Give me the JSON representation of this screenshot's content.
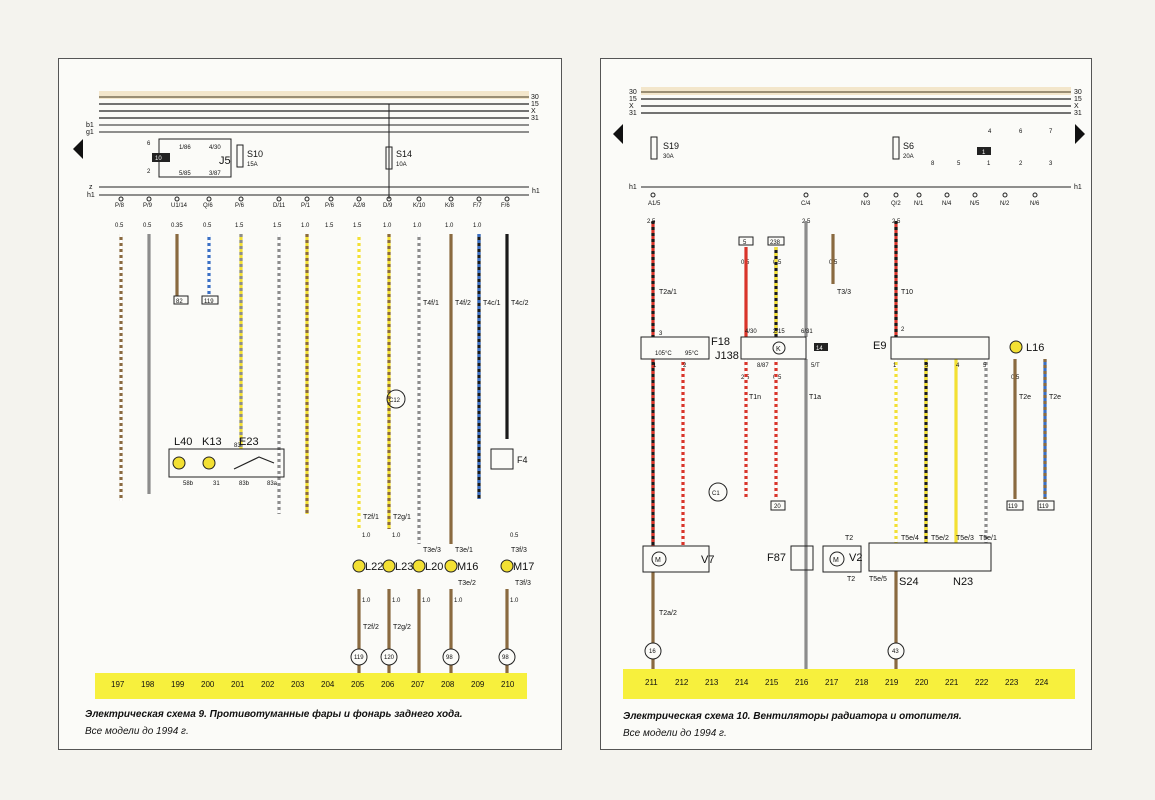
{
  "left": {
    "title": "Электрическая схема 9. Противотуманные фары и фонарь заднего хода.",
    "subtitle": "Все модели до 1994 г.",
    "rails": [
      "30",
      "15",
      "X",
      "31"
    ],
    "rails_left": [
      "b1",
      "g1"
    ],
    "h_labels": [
      "z",
      "h1",
      "h1"
    ],
    "relay": {
      "name": "J5",
      "pins": [
        "1/86",
        "4/30",
        "5/85",
        "3/87"
      ],
      "code": "10"
    },
    "relay_terms": [
      "6",
      "2"
    ],
    "fuses": [
      {
        "name": "S10",
        "value": "15A"
      },
      {
        "name": "S14",
        "value": "10A"
      }
    ],
    "connectors": [
      "P/8",
      "P/9",
      "U1/14",
      "Q/6",
      "P/6",
      "D/11",
      "P/1",
      "P/6",
      "A2/8",
      "D/9",
      "K/10",
      "K/8",
      "F/7",
      "F/6"
    ],
    "gauges": [
      "0.5",
      "0.5",
      "0.35",
      "0.5",
      "1.5",
      "1.5",
      "1.0",
      "1.5",
      "1.5",
      "1.0",
      "1.0",
      "1.0",
      "1.0"
    ],
    "refs": [
      "82",
      "119"
    ],
    "switch_block": {
      "L": "L40",
      "K": "K13",
      "E": "E23",
      "pins": [
        "83",
        "58b",
        "31",
        "83b",
        "83a"
      ]
    },
    "F4": "F4",
    "C12": "C12",
    "plugs": [
      "T4f/1",
      "T4f/2",
      "T4c/1",
      "T4c/2",
      "T2f/1",
      "T2g/1",
      "T3e/3",
      "T3e/1",
      "T3f/3",
      "T2f/2",
      "T2g/2",
      "T3e/2",
      "T3f/3"
    ],
    "lamps": [
      "L22",
      "L23",
      "L20",
      "M16",
      "M17"
    ],
    "lower_gauges": [
      "1.0",
      "1.0",
      "1.0",
      "1.0",
      "1.0",
      "1.0",
      "0.5",
      "1.0"
    ],
    "circles": [
      "119",
      "120",
      "98",
      "98"
    ],
    "numbers": [
      "197",
      "198",
      "199",
      "200",
      "201",
      "202",
      "203",
      "204",
      "205",
      "206",
      "207",
      "208",
      "209",
      "210"
    ]
  },
  "right": {
    "title": "Электрическая схема 10. Вентиляторы радиатора и отопителя.",
    "subtitle": "Все модели до 1994 г.",
    "rails": [
      "30",
      "15",
      "X",
      "31"
    ],
    "fuses": [
      {
        "name": "S19",
        "value": "30A"
      },
      {
        "name": "S6",
        "value": "20A"
      }
    ],
    "top_terms": [
      "4",
      "6",
      "7",
      "8",
      "5",
      "1",
      "2",
      "3"
    ],
    "terms_code": "1",
    "connectors": [
      "A1/5",
      "C/4",
      "N/3",
      "Q/2",
      "N/1",
      "N/4",
      "N/5",
      "N/2",
      "N/6"
    ],
    "h_label": "h1",
    "gauges": [
      "2.5",
      "2.5",
      "0.5",
      "0.5",
      "2.5",
      "0.5",
      "2.5",
      "0.5",
      "0.5"
    ],
    "refs": [
      "5",
      "238"
    ],
    "plugs": [
      "T2a/1",
      "T3/3",
      "T10",
      "T1n",
      "T1a",
      "T2e",
      "T2e",
      "T2a/2",
      "T2",
      "T5e/4",
      "T5e/2",
      "T5e/3",
      "T5e/1",
      "T2",
      "T5e/5"
    ],
    "components": {
      "F18": "F18",
      "F18_pins": [
        "3",
        "1",
        "2"
      ],
      "F18_temps": [
        "105°C",
        "95°C"
      ],
      "J138": "J138",
      "J138_pins": [
        "4/30",
        "2/15",
        "6/31",
        "8/87",
        "5/T"
      ],
      "J138_code": "14",
      "E9": "E9",
      "E9_pins": [
        "2",
        "1",
        "3",
        "4",
        "5"
      ],
      "L16": "L16",
      "V7": "V7",
      "F87": "F87",
      "V2": "V2",
      "S24": "S24",
      "N23": "N23",
      "C1": "C1",
      "ref20": "20",
      "ref119a": "119",
      "ref119b": "119"
    },
    "circles": [
      "16",
      "43"
    ],
    "numbers": [
      "211",
      "212",
      "213",
      "214",
      "215",
      "216",
      "217",
      "218",
      "219",
      "220",
      "221",
      "222",
      "223",
      "224"
    ]
  },
  "colors": {
    "yellow": "#f7f03d",
    "red": "#d9342a",
    "brown": "#8a6a40",
    "black": "#1a1a1a",
    "blue": "#3a6fc4",
    "grey": "#8c8c8c"
  }
}
